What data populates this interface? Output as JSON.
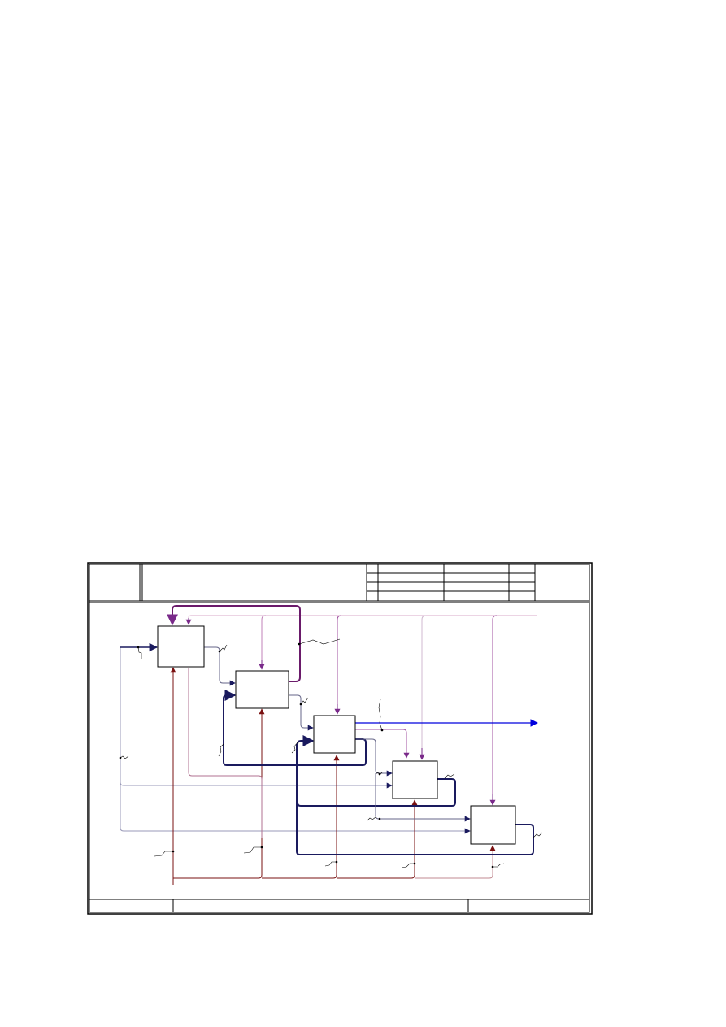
{
  "header": {
    "title_cells": [
      "",
      "",
      "",
      "",
      ""
    ],
    "node_label": "",
    "title_text": "",
    "number_text": ""
  },
  "activities": [
    {
      "id": "A1",
      "label": ""
    },
    {
      "id": "A2",
      "label": ""
    },
    {
      "id": "A3",
      "label": ""
    },
    {
      "id": "A4",
      "label": ""
    },
    {
      "id": "A5",
      "label": ""
    }
  ],
  "colors": {
    "input": "#1a1a5e",
    "feedback": "#6a1a6a",
    "control": "#a050a0",
    "control_light": "#d8a8c8",
    "mechanism": "#7a1010",
    "output": "#0000dd",
    "gray": "#8888a8"
  }
}
